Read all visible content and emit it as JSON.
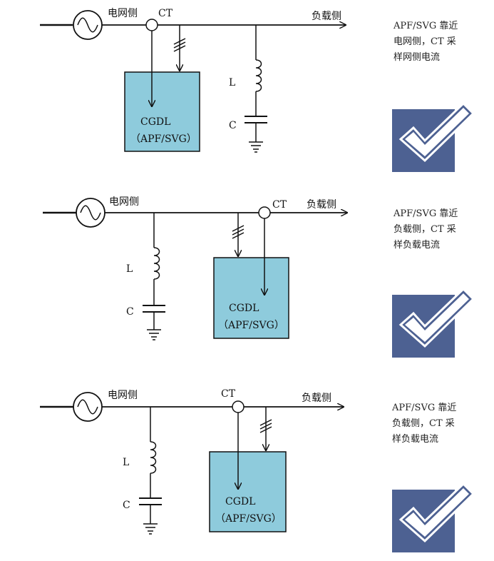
{
  "colors": {
    "box_fill": "#8ecbdc",
    "line": "#111111",
    "check_fill": "#4d6192",
    "check_mark": "#ffffff"
  },
  "icons": {
    "source": "ac-source-icon",
    "ct": "current-transformer-icon",
    "check": "checkmark-icon",
    "ground": "ground-icon"
  },
  "diagrams": [
    {
      "grid_label": "电网侧",
      "load_label": "负载侧",
      "ct_label": "CT",
      "inductor_label": "L",
      "capacitor_label": "C",
      "device_name": "CGDL",
      "device_type": "（APF/SVG）",
      "description": [
        "APF/SVG 靠近",
        "电网侧，CT 采",
        "样网侧电流"
      ]
    },
    {
      "grid_label": "电网侧",
      "load_label": "负载侧",
      "ct_label": "CT",
      "inductor_label": "L",
      "capacitor_label": "C",
      "device_name": "CGDL",
      "device_type": "（APF/SVG）",
      "description": [
        "APF/SVG 靠近",
        "负载侧，CT 采",
        "样负载电流"
      ]
    },
    {
      "grid_label": "电网侧",
      "load_label": "负载侧",
      "ct_label": "CT",
      "inductor_label": "L",
      "capacitor_label": "C",
      "device_name": "CGDL",
      "device_type": "（APF/SVG）",
      "description": [
        "APF/SVG 靠近",
        "负载侧，CT 采",
        "样负载电流"
      ]
    }
  ]
}
